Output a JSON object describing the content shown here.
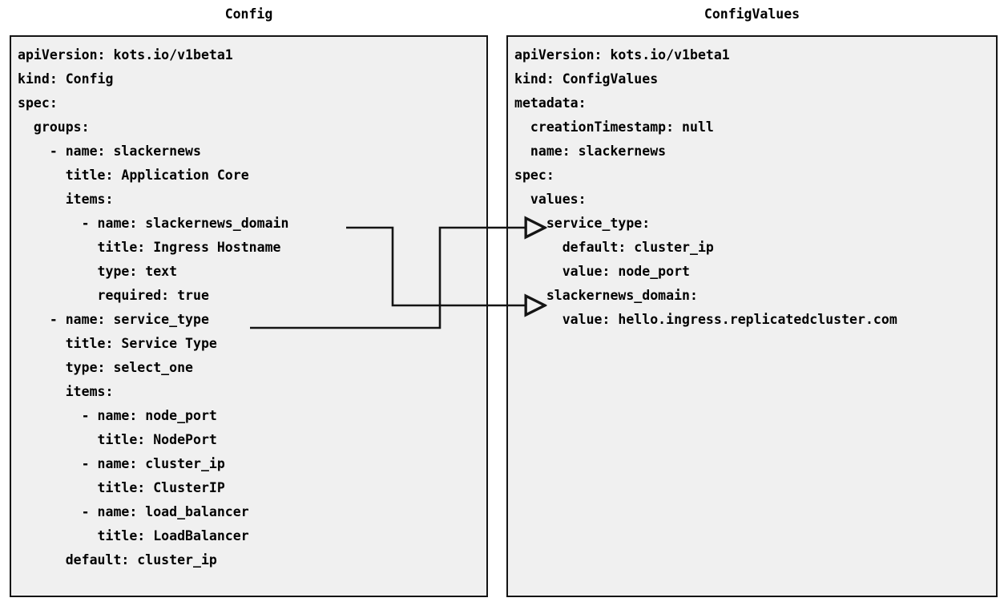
{
  "diagram": {
    "type": "two-panel-yaml-mapping",
    "background_color": "#ffffff",
    "panel_fill": "#f0f0f0",
    "panel_border_color": "#141414",
    "connector_color": "#141414"
  },
  "left_panel": {
    "title": "Config",
    "lines": [
      "apiVersion: kots.io/v1beta1",
      "kind: Config",
      "spec:",
      "  groups:",
      "    - name: slackernews",
      "      title: Application Core",
      "      items:",
      "        - name: slackernews_domain",
      "          title: Ingress Hostname",
      "          type: text",
      "          required: true",
      "    - name: service_type",
      "      title: Service Type",
      "      type: select_one",
      "      items:",
      "        - name: node_port",
      "          title: NodePort",
      "        - name: cluster_ip",
      "          title: ClusterIP",
      "        - name: load_balancer",
      "          title: LoadBalancer",
      "      default: cluster_ip"
    ],
    "text": "apiVersion: kots.io/v1beta1\nkind: Config\nspec:\n  groups:\n    - name: slackernews\n      title: Application Core\n      items:\n        - name: slackernews_domain\n          title: Ingress Hostname\n          type: text\n          required: true\n    - name: service_type\n      title: Service Type\n      type: select_one\n      items:\n        - name: node_port\n          title: NodePort\n        - name: cluster_ip\n          title: ClusterIP\n        - name: load_balancer\n          title: LoadBalancer\n      default: cluster_ip"
  },
  "right_panel": {
    "title": "ConfigValues",
    "lines": [
      "apiVersion: kots.io/v1beta1",
      "kind: ConfigValues",
      "metadata:",
      "  creationTimestamp: null",
      "  name: slackernews",
      "spec:",
      "  values:",
      "    service_type:",
      "      default: cluster_ip",
      "      value: node_port",
      "    slackernews_domain:",
      "      value: hello.ingress.replicatedcluster.com"
    ],
    "text": "apiVersion: kots.io/v1beta1\nkind: ConfigValues\nmetadata:\n  creationTimestamp: null\n  name: slackernews\nspec:\n  values:\n    service_type:\n      default: cluster_ip\n      value: node_port\n    slackernews_domain:\n      value: hello.ingress.replicatedcluster.com"
  },
  "connectors": [
    {
      "id": "slackernews-domain-mapping",
      "from_label": "- name: slackernews_domain",
      "to_label": "slackernews_domain:",
      "arrowhead": "open-triangle"
    },
    {
      "id": "service-type-mapping",
      "from_label": "- name: service_type",
      "to_label": "service_type:",
      "arrowhead": "open-triangle"
    }
  ]
}
